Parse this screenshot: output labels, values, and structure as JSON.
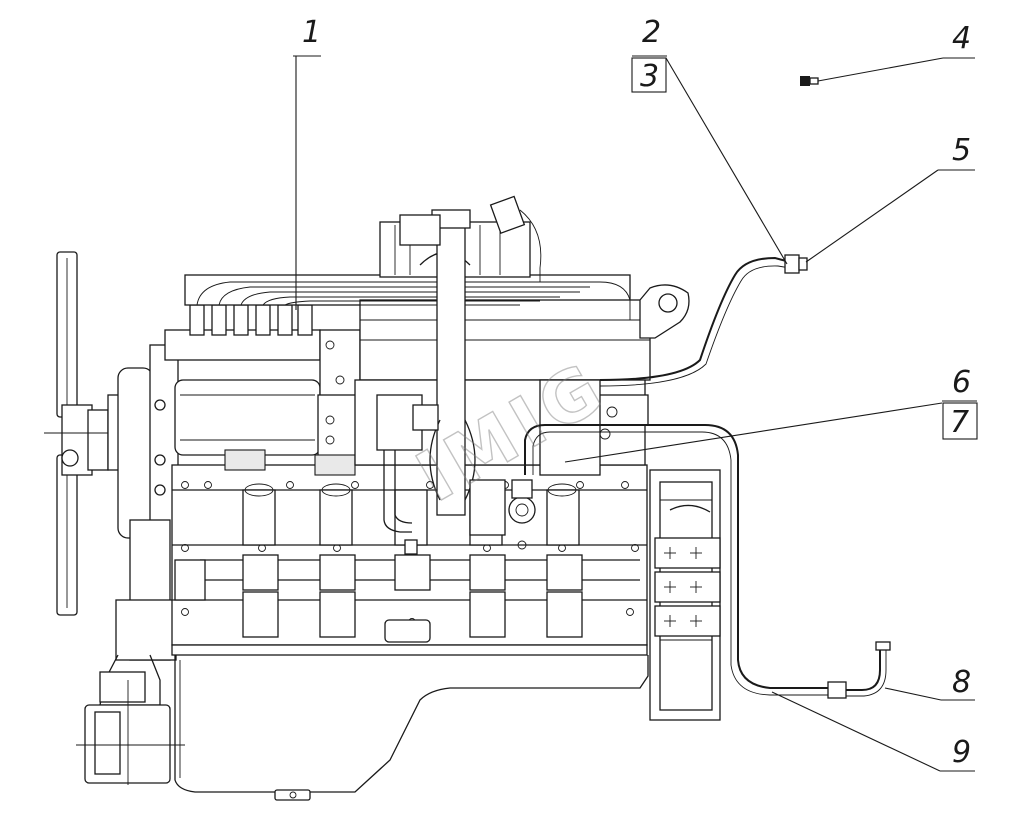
{
  "figure": {
    "title": "Engine assembly drawing with numbered part callouts",
    "watermark_text": "IMIG"
  },
  "callouts": [
    {
      "id": "c1",
      "label": "1"
    },
    {
      "id": "c2",
      "label": "2"
    },
    {
      "id": "c3",
      "label": "3"
    },
    {
      "id": "c4",
      "label": "4"
    },
    {
      "id": "c5",
      "label": "5"
    },
    {
      "id": "c6",
      "label": "6"
    },
    {
      "id": "c7",
      "label": "7"
    },
    {
      "id": "c8",
      "label": "8"
    },
    {
      "id": "c9",
      "label": "9"
    }
  ],
  "colors": {
    "ink": "#1a1a1a",
    "paper": "#ffffff",
    "watermark": "#7a7a7a"
  }
}
